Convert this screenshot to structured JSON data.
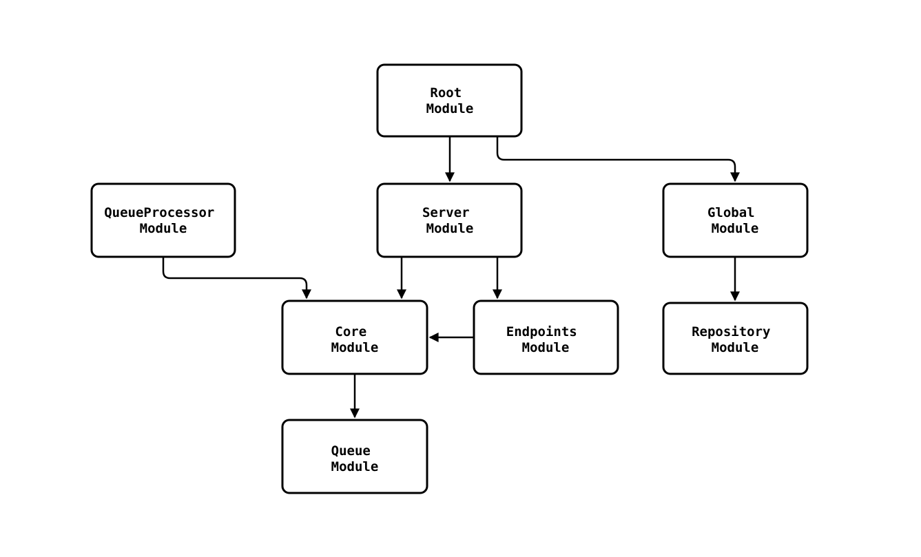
{
  "diagram": {
    "type": "module-dependency-flowchart",
    "background_color": "#ffffff",
    "node_fill_color": "#ffffff",
    "node_border_color": "#000000",
    "edge_color": "#000000",
    "text_color": "#000000",
    "nodes": {
      "root": {
        "line1": "Root",
        "line2": "Module"
      },
      "server": {
        "line1": "Server",
        "line2": "Module"
      },
      "global": {
        "line1": "Global",
        "line2": "Module"
      },
      "queueProcessor": {
        "line1": "QueueProcessor",
        "line2": "Module"
      },
      "core": {
        "line1": "Core",
        "line2": "Module"
      },
      "endpoints": {
        "line1": "Endpoints",
        "line2": "Module"
      },
      "repository": {
        "line1": "Repository",
        "line2": "Module"
      },
      "queue": {
        "line1": "Queue",
        "line2": "Module"
      }
    },
    "edges": [
      {
        "from": "Root Module",
        "to": "Server Module"
      },
      {
        "from": "Root Module",
        "to": "Global Module"
      },
      {
        "from": "QueueProcessor Module",
        "to": "Core Module"
      },
      {
        "from": "Server Module",
        "to": "Core Module"
      },
      {
        "from": "Server Module",
        "to": "Endpoints Module"
      },
      {
        "from": "Endpoints Module",
        "to": "Core Module"
      },
      {
        "from": "Global Module",
        "to": "Repository Module"
      },
      {
        "from": "Core Module",
        "to": "Queue Module"
      }
    ]
  }
}
